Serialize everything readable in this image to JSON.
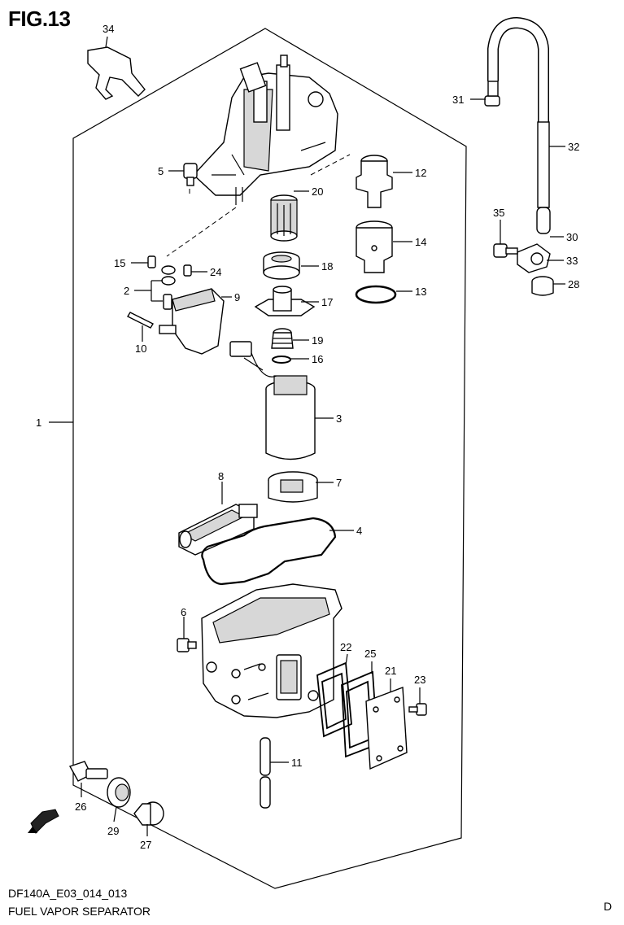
{
  "figure": {
    "title": "FIG.13",
    "code": "DF140A_E03_014_013",
    "name": "FUEL VAPOR SEPARATOR",
    "sheet_letter": "D"
  },
  "callouts": [
    "1",
    "2",
    "3",
    "4",
    "5",
    "6",
    "7",
    "8",
    "9",
    "10",
    "11",
    "12",
    "13",
    "14",
    "15",
    "16",
    "17",
    "18",
    "19",
    "20",
    "21",
    "22",
    "23",
    "24",
    "25",
    "26",
    "27",
    "28",
    "29",
    "30",
    "31",
    "32",
    "33",
    "34",
    "35"
  ]
}
